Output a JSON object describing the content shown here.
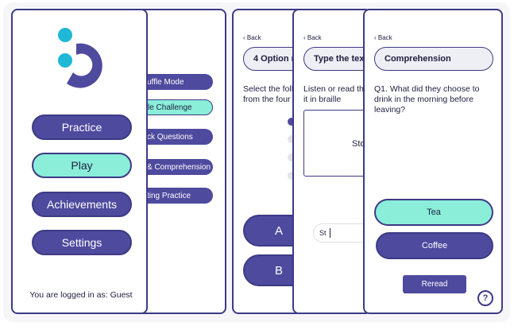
{
  "home": {
    "buttons": [
      "Practice",
      "Play",
      "Achievements",
      "Settings"
    ],
    "login_status": "You are logged in as: Guest"
  },
  "play_menu": {
    "items": [
      "uffle Mode",
      "le Challenge",
      "ck Questions",
      "& Comprehension",
      "ting Practice"
    ]
  },
  "four_option": {
    "back": "Back",
    "title": "4 Option m",
    "prompt_line1": "Select the foll",
    "prompt_line2": "from the four",
    "options": [
      "A",
      "B"
    ]
  },
  "type_text": {
    "back": "Back",
    "title": "Type the text",
    "prompt_line1": "Listen or read th",
    "prompt_line2": "it in braille",
    "card_text": "Sto",
    "input_value": "St"
  },
  "comprehension": {
    "back": "Back",
    "title": "Comprehension",
    "question": "Q1. What did they choose to drink in the morning before leaving?",
    "answers": [
      "Tea",
      "Coffee"
    ],
    "reread": "Reread",
    "help": "?"
  },
  "colors": {
    "primary": "#4e4a9e",
    "accent": "#8aeed9",
    "logo_dot": "#1fb8d6",
    "border": "#3d3a85"
  }
}
